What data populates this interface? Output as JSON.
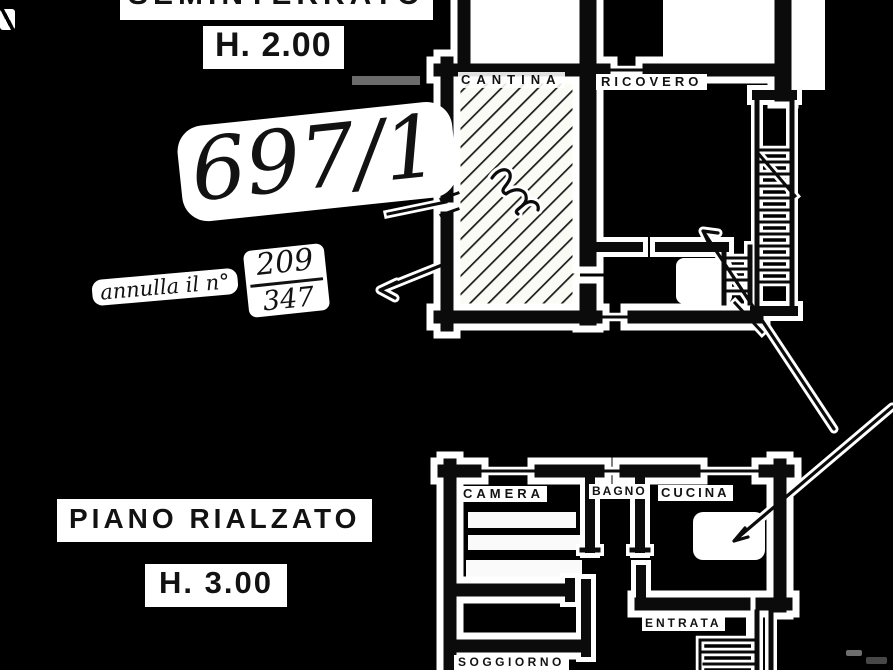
{
  "document_type": "scanned cadastral floor plan",
  "colors": {
    "background": "#000000",
    "paper": "#ffffff",
    "ink": "#0b0b0b"
  },
  "upper_plan": {
    "title": "SEMINTERRATO",
    "height_label": "H. 2.00",
    "rooms": {
      "hatched_room": "CANTINA",
      "right_room": "RICOVERO"
    }
  },
  "lower_plan": {
    "title": "PIANO RIALZATO",
    "height_label": "H. 3.00",
    "rooms": {
      "camera": "CAMERA",
      "bagno": "BAGNO",
      "cucina": "CUCINA",
      "entrata": "ENTRATA",
      "soggiorno": "SOGGIORNO"
    }
  },
  "handwritten_annotations": {
    "parcel_number": "697/1",
    "note_prefix": "annulla il n°",
    "fraction_numerator": "209",
    "fraction_denominator": "347"
  }
}
